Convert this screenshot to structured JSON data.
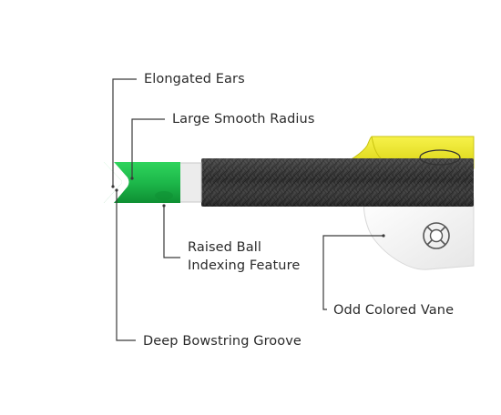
{
  "callouts": {
    "elongated_ears": "Elongated Ears",
    "smooth_radius": "Large Smooth Radius",
    "raised_ball_line1": "Raised Ball",
    "raised_ball_line2": "Indexing Feature",
    "odd_vane": "Odd Colored Vane",
    "bowstring_groove": "Deep Bowstring Groove"
  },
  "colors": {
    "nock_green": "#1db84a",
    "nock_green_dark": "#0e8f33",
    "shaft_carbon": "#2e2e2e",
    "fletch_yellow": "#f2ec1c",
    "vane_white": "#f3f3f3",
    "leader_line": "#3a3a3a"
  },
  "icons": [
    "crosshair-circle-icon"
  ]
}
